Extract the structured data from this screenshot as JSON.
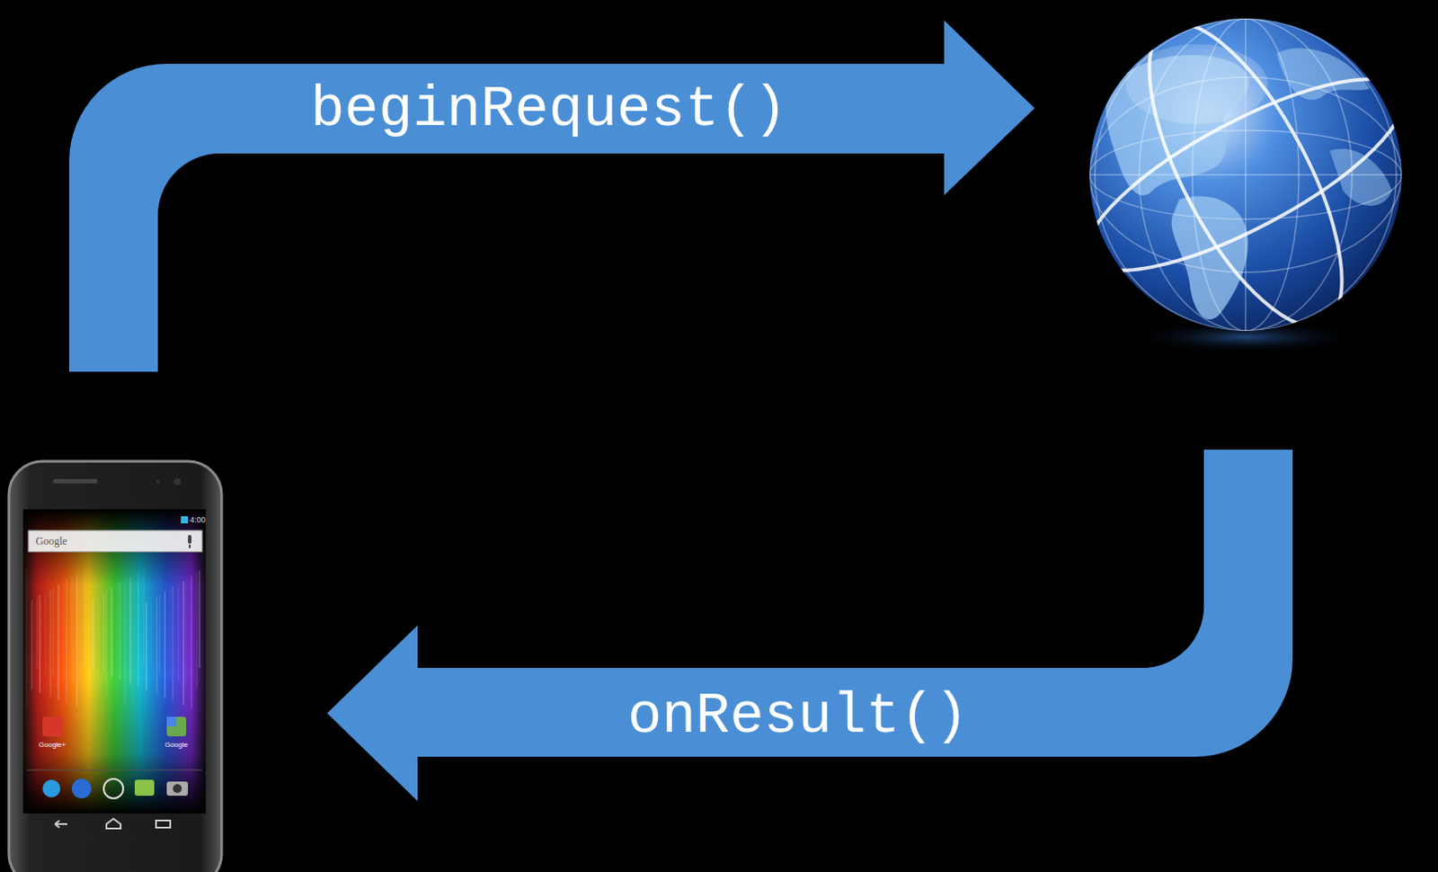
{
  "diagram": {
    "labels": [
      "beginRequest()",
      "onResult()",
      "Google",
      "4:00",
      "Google+",
      "Google"
    ]
  }
}
